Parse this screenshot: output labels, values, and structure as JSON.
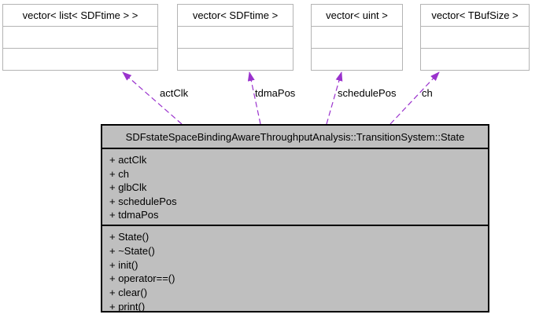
{
  "colors": {
    "edge_color": "#9a32cd",
    "main_node_fill": "#bfbfbf",
    "main_node_border": "#000000",
    "template_node_fill": "#ffffff",
    "template_node_border": "#b4b4b4",
    "background": "#ffffff"
  },
  "template_nodes": [
    {
      "label": "vector< list< SDFtime > >"
    },
    {
      "label": "vector< SDFtime >"
    },
    {
      "label": "vector< uint >"
    },
    {
      "label": "vector< TBufSize >"
    }
  ],
  "main_node": {
    "title": "SDFstateSpaceBindingAwareThroughputAnalysis::TransitionSystem::State",
    "attributes": [
      "+ actClk",
      "+ ch",
      "+ glbClk",
      "+ schedulePos",
      "+ tdmaPos"
    ],
    "methods": [
      "+ State()",
      "+ ~State()",
      "+ init()",
      "+ operator==()",
      "+ clear()",
      "+ print()"
    ]
  },
  "edges": [
    {
      "label": "actClk"
    },
    {
      "label": "tdmaPos"
    },
    {
      "label": "schedulePos"
    },
    {
      "label": "ch"
    }
  ]
}
